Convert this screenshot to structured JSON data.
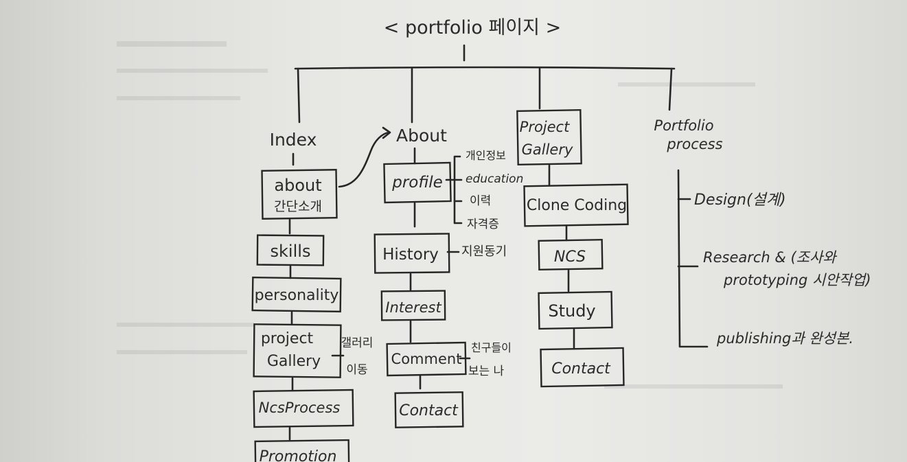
{
  "title": "< portfolio 페이지 >",
  "columns": {
    "index": {
      "label": "Index",
      "boxes": [
        [
          "about",
          "간단소개"
        ],
        [
          "skills"
        ],
        [
          "personality"
        ],
        [
          "project",
          "Gallery"
        ],
        [
          "NcsProcess"
        ],
        [
          "Promotion"
        ]
      ],
      "note_gallery": [
        "갤러리",
        "이동"
      ]
    },
    "about": {
      "label": "About",
      "boxes": [
        [
          "profile"
        ],
        [
          "History"
        ],
        [
          "Interest"
        ],
        [
          "Comment"
        ],
        [
          "Contact"
        ]
      ],
      "profile_items": [
        "개인정보",
        "education",
        "이력",
        "자격증"
      ],
      "note_history": "지원동기",
      "note_comment": [
        "친구들이",
        "보는 나"
      ]
    },
    "project_gallery": {
      "label": [
        "Project",
        "Gallery"
      ],
      "boxes": [
        [
          "Clone Coding"
        ],
        [
          "NCS"
        ],
        [
          "Study"
        ],
        [
          "Contact"
        ]
      ]
    },
    "portfolio_process": {
      "label": [
        "Portfolio",
        "process"
      ],
      "items": [
        [
          "Design(설계)"
        ],
        [
          "Research & (조사와",
          "prototyping 시안작업)"
        ],
        [
          "publishing과 완성본."
        ]
      ]
    }
  }
}
